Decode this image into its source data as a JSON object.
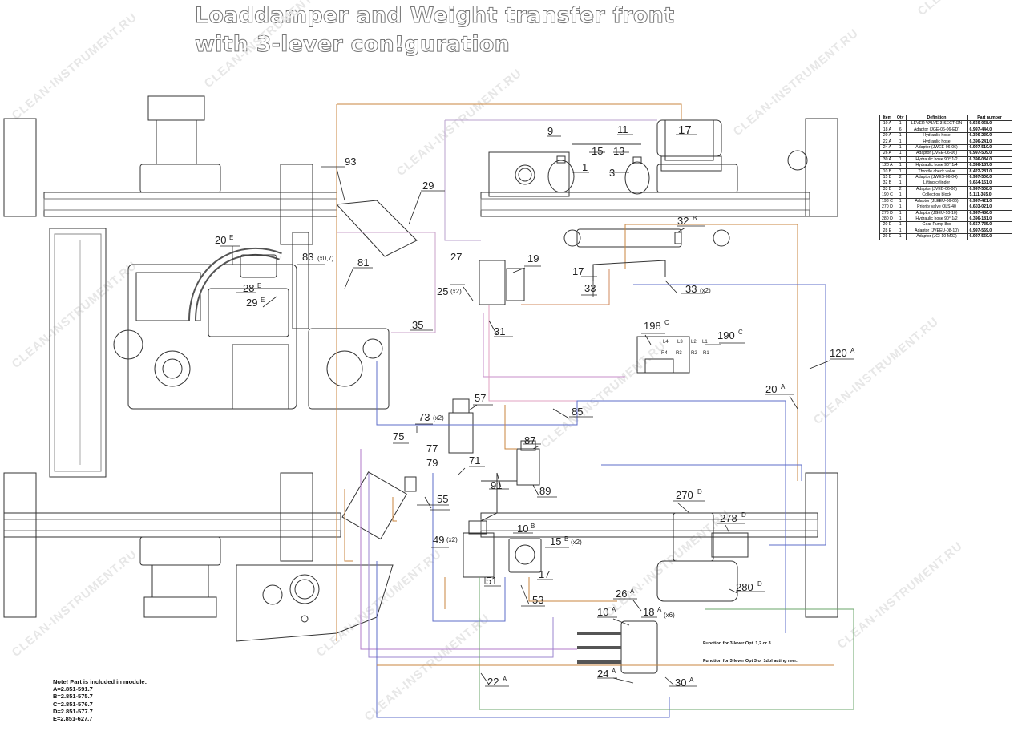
{
  "title": {
    "line1": "Loaddamper and Weight transfer front",
    "line2": "with 3-lever con!guration"
  },
  "watermark": "CLEAN-INSTRUMENT.RU",
  "parts_table": {
    "headers": [
      "Item",
      "Qty",
      "Definition",
      "Part number"
    ],
    "rows": [
      [
        "10 A",
        "1",
        "LEVER VALVE 3-SECTION",
        "9.666-068.0"
      ],
      [
        "18 A",
        "6",
        "Adaptor (JGE-06-06-ED)",
        "6.997-444.0"
      ],
      [
        "20 A",
        "1",
        "Hydraulic hose",
        "6.396-239.0"
      ],
      [
        "22 A",
        "1",
        "Hydraulic hose",
        "6.396-241.0"
      ],
      [
        "24 A",
        "1",
        "Adaptor (JWEE-06-06)",
        "6.997-510.0"
      ],
      [
        "26 A",
        "1",
        "Adaptor (JVEE-06-06)",
        "6.997-509.0"
      ],
      [
        "30 A",
        "1",
        "Hydraulic hose 90° 1/2",
        "6.396-084.0"
      ],
      [
        "120 A",
        "1",
        "Hydraulic hose 90° 1/4",
        "6.396-187.0"
      ],
      [
        "10 B",
        "1",
        "Throttle check valve",
        "8.422-281.0"
      ],
      [
        "15 B",
        "2",
        "Adaptor (JWES-06-04)",
        "6.997-506.0"
      ],
      [
        "32 B",
        "1",
        "Lifting cylinder",
        "9.664-151.0"
      ],
      [
        "33 B",
        "2",
        "Adaptor (JVEB-06-06)",
        "6.997-508.0"
      ],
      [
        "190 C",
        "1",
        "Collection block",
        "5.111-365.0"
      ],
      [
        "198 C",
        "1",
        "Adaptor (JLEEU-06-06)",
        "6.997-421.0"
      ],
      [
        "270 D",
        "1",
        "Priority valve OLS 40",
        "6.603-021.0"
      ],
      [
        "278 D",
        "1",
        "Adaptor (JGEU-10-10)",
        "6.997-486.0"
      ],
      [
        "280 D",
        "1",
        "Hydraulic hose 90° 1/2",
        "6.396-181.0"
      ],
      [
        "20 E",
        "1",
        "Gear Pump 8cc",
        "9.667-735.0"
      ],
      [
        "28 E",
        "1",
        "Adaptor (JVEEU-08-10)",
        "6.997-569.0"
      ],
      [
        "29 E",
        "1",
        "Adaptor (JGI-10-M02)",
        "6.997-560.0"
      ]
    ]
  },
  "notes": {
    "heading": "Note! Part is included in module:",
    "lines": [
      "A=2.851-591.7",
      "B=2.851-575.7",
      "C=2.851-576.7",
      "D=2.851-577.7",
      "E=2.851-627.7"
    ]
  },
  "functions": {
    "f1": "Function for 3-lever Opt. 1,2 or 3.",
    "f2": "Function for 3-lever Opt 3 or 1dbl acting reer."
  },
  "callouts": {
    "c1": "1",
    "c3": "3",
    "c9": "9",
    "c11": "11",
    "c13": "13",
    "c15": "15",
    "c17": "17",
    "c17b": "17",
    "c17c": "17",
    "c19": "19",
    "c20e": "20",
    "c20a": "20",
    "c22a": "22",
    "c24a": "24",
    "c25": "25",
    "c26a": "26",
    "c27": "27",
    "c28e": "28",
    "c29": "29",
    "c29e": "29",
    "c30a": "30",
    "c31": "31",
    "c32b": "32",
    "c33": "33",
    "c33b": "33",
    "c35": "35",
    "c49": "49",
    "c51": "51",
    "c53": "53",
    "c55": "55",
    "c57": "57",
    "c71": "71",
    "c73": "73",
    "c75": "75",
    "c77": "77",
    "c79": "79",
    "c81": "81",
    "c83": "83",
    "c85": "85",
    "c87": "87",
    "c89": "89",
    "c91": "91",
    "c93": "93",
    "c10a": "10",
    "c10b": "10",
    "c15b": "15",
    "c18a": "18",
    "c120a": "120",
    "c190c": "190",
    "c198c": "198",
    "c270d": "270",
    "c278d": "278",
    "c280d": "280"
  },
  "suffixes": {
    "A": "A",
    "B": "B",
    "C": "C",
    "D": "D",
    "E": "E",
    "x2": "(x2)",
    "x6": "(x6)",
    "x07": "(x0,7)"
  }
}
